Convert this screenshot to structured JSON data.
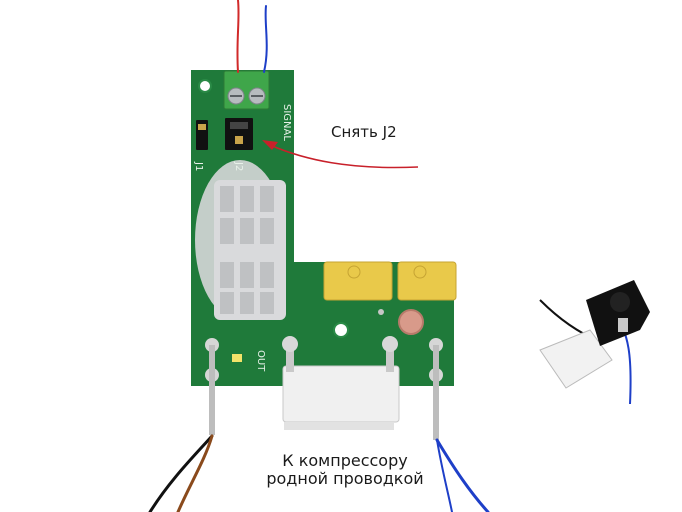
{
  "annotations": {
    "remove_j2": "Снять J2",
    "to_compressor_line1": "К компрессору",
    "to_compressor_line2": "родной проводкой"
  },
  "board": {
    "connector_label": "SIGNAL",
    "jumper_1": "J1",
    "jumper_2": "J2",
    "output_label": "OUT"
  },
  "colors": {
    "pcb": "#1f7a3a",
    "terminal_block": "#3fa64a",
    "relay": "#e9c94a",
    "heatsink": "#d6d7d9",
    "wire_red": "#d12a2a",
    "wire_blue": "#1e3fc8",
    "wire_brown": "#8a4a1c",
    "wire_black": "#111111",
    "arrow": "#c8202a"
  }
}
